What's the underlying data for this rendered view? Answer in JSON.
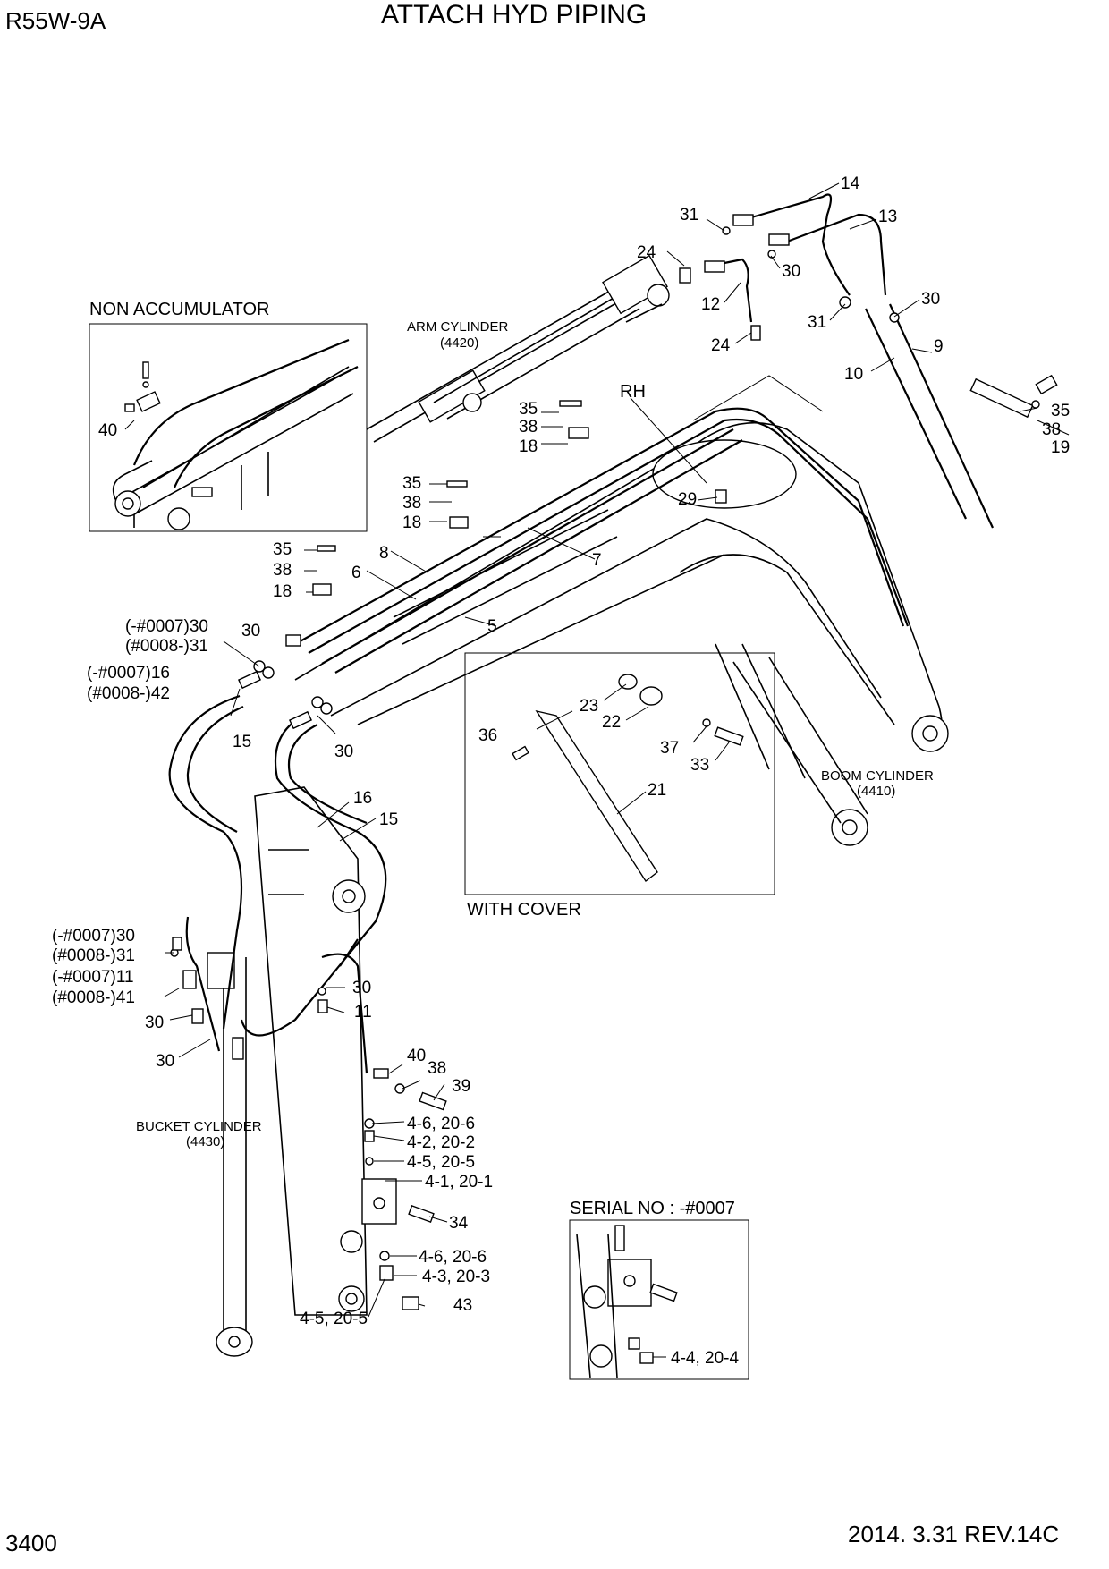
{
  "header": {
    "model": "R55W-9A",
    "title": "ATTACH HYD PIPING",
    "page": "3400",
    "revision": "2014. 3.31  REV.14C"
  },
  "insets": {
    "non_accumulator": "NON ACCUMULATOR",
    "with_cover": "WITH COVER",
    "serial_no": "SERIAL NO : -#0007"
  },
  "components": {
    "arm_cylinder": "ARM CYLINDER",
    "arm_cylinder_no": "(4420)",
    "boom_cylinder": "BOOM CYLINDER",
    "boom_cylinder_no": "(4410)",
    "bucket_cylinder": "BUCKET CYLINDER",
    "bucket_cylinder_no": "(4430)",
    "rh": "RH"
  },
  "callouts": {
    "c14": "14",
    "c13": "13",
    "c31a": "31",
    "c24a": "24",
    "c30a": "30",
    "c12": "12",
    "c31b": "31",
    "c30b": "30",
    "c24b": "24",
    "c9": "9",
    "c10": "10",
    "c35a": "35",
    "c38a": "38",
    "c19": "19",
    "c35b": "35",
    "c38b": "38",
    "c18a": "18",
    "c29": "29",
    "c35c": "35",
    "c38c": "38",
    "c18b": "18",
    "c7": "7",
    "c35d": "35",
    "c38d": "38",
    "c18c": "18",
    "c8": "8",
    "c6": "6",
    "c5": "5",
    "c40a": "40",
    "c30c_split": "(-#0007)30",
    "c31c_split": "(#0008-)31",
    "c30d": "30",
    "c16a_split": "(-#0007)16",
    "c42_split": "(#0008-)42",
    "c15a": "15",
    "c30e": "30",
    "c23": "23",
    "c22": "22",
    "c36": "36",
    "c37": "37",
    "c33": "33",
    "c21": "21",
    "c16b": "16",
    "c15b": "15",
    "c30f_split": "(-#0007)30",
    "c31d_split": "(#0008-)31",
    "c11a_split": "(-#0007)11",
    "c41_split": "(#0008-)41",
    "c30g": "30",
    "c30h": "30",
    "c30i": "30",
    "c11b": "11",
    "c40b": "40",
    "c38e": "38",
    "c39": "39",
    "c4_6a": "4-6, 20-6",
    "c4_2": "4-2, 20-2",
    "c4_5a": "4-5, 20-5",
    "c4_1": "4-1, 20-1",
    "c34": "34",
    "c4_6b": "4-6, 20-6",
    "c4_3": "4-3, 20-3",
    "c4_5b": "4-5, 20-5",
    "c43": "43",
    "c4_4": "4-4, 20-4"
  }
}
